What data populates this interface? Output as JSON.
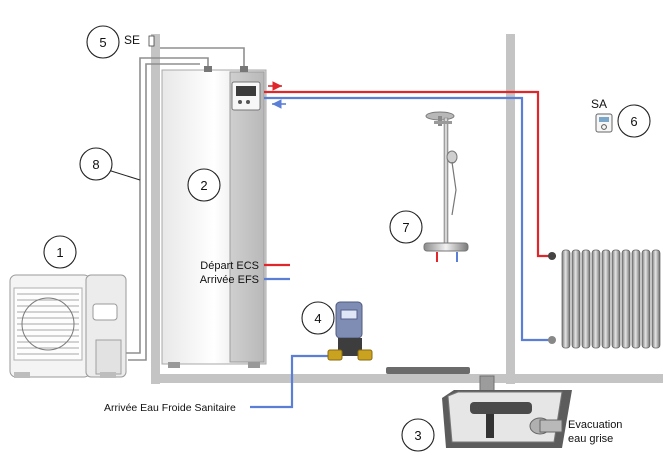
{
  "callouts": [
    {
      "id": "1",
      "label": "1"
    },
    {
      "id": "2",
      "label": "2"
    },
    {
      "id": "3",
      "label": "3"
    },
    {
      "id": "4",
      "label": "4"
    },
    {
      "id": "5",
      "label": "5"
    },
    {
      "id": "6",
      "label": "6"
    },
    {
      "id": "7",
      "label": "7"
    },
    {
      "id": "8",
      "label": "8"
    }
  ],
  "labels": {
    "se": "SE",
    "sa": "SA",
    "depart_ecs": "Départ ECS",
    "arrivee_efs": "Arrivée EFS",
    "arrivee_eau_froide": "Arrivée Eau Froide Sanitaire",
    "evacuation_line1": "Evacuation",
    "evacuation_line2": "eau grise"
  },
  "colors": {
    "hot_pipe": "#e0262b",
    "cold_pipe": "#5b7fd6",
    "wall": "#c4c4c4",
    "cable": "#8f8f8f"
  },
  "icons": [
    "outdoor-unit-icon",
    "water-heater-icon",
    "graywater-pump-icon",
    "water-softener-icon",
    "sensor-icon",
    "room-thermostat-icon",
    "shower-column-icon",
    "radiator-icon"
  ]
}
